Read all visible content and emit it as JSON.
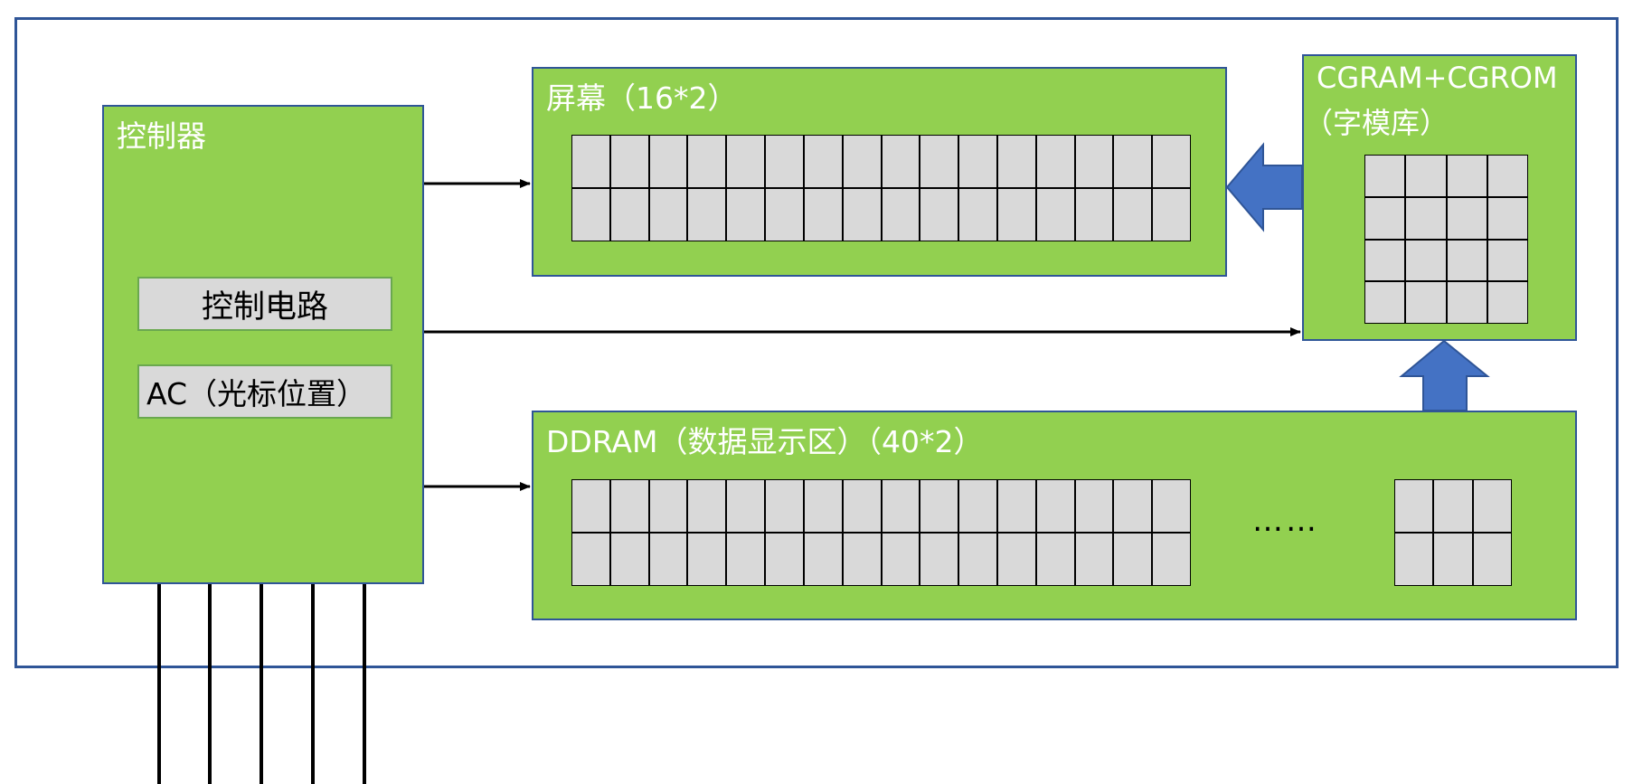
{
  "controller": {
    "title": "控制器",
    "control_circuit_label": "控制电路",
    "cursor_label": "AC（光标位置）"
  },
  "screen": {
    "title": "屏幕（16*2）",
    "columns": 16,
    "rows": 2
  },
  "cgram": {
    "title_line1": "CGRAM+CGROM",
    "title_line2": "（字模库）",
    "columns": 4,
    "rows": 4
  },
  "ddram": {
    "title": "DDRAM（数据显示区）（40*2）",
    "columns_visible": 16,
    "tail_columns": 3,
    "rows": 2,
    "ellipsis": "……"
  },
  "colors": {
    "block_fill": "#92d050",
    "border": "#2f5597",
    "cell_fill": "#d9d9d9",
    "big_arrow": "#4472c4"
  },
  "pins": {
    "count": 5
  }
}
